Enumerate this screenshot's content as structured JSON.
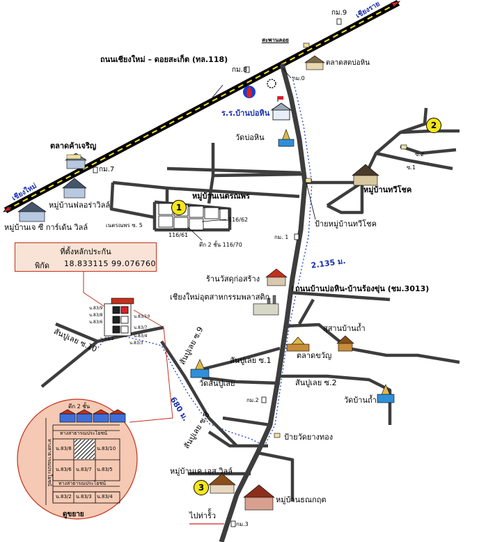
{
  "roads": {
    "highway_name": "ถนนเชียงใหม่ – ดอยสะเก็ต  (ทล.118)",
    "local_road_name": "ถนนบ้านบ่อหิน-บ้านร้องขุ่น (ชม.3013)",
    "to_chiang_rai": "เชียงราย",
    "to_chiang_mai": "เชียงใหม่",
    "km0": "กม.0",
    "km1": "กม. 1",
    "km2": "กม.2",
    "km3": "กม.3",
    "km7": "กม.7",
    "km8": "กม.8",
    "km9": "กม.9",
    "distance_main": "2.135 ม.",
    "distance_side": "680 ม.",
    "soi_10": "สันปูเลย ซ.10",
    "soi_9": "สันปูเลย ซ.9",
    "soi_1": "สันปูเลย ซ.1",
    "soi_2": "สันปูเลย ซ.2",
    "soi_8": "สันปูเลย ซ.8",
    "naret_soi5": "เนตรณพร ซ. 5",
    "twin_soi1": "ซ.1",
    "twin_soi2": "ซ.2"
  },
  "places": {
    "overpass": "สะพานลอย",
    "bohin_market": "ตลาดสดบ่อหิน",
    "bohin_school": "ร.ร.บ้านบ่อหิน",
    "wat_bohin": "วัดบ่อหิน",
    "kha_charoen_market": "ตลาดค้าเจริญ",
    "floral_villa": "หมู่บ้านฟลอร่าวิลล์",
    "jc_garden_villa": "หมู่บ้านเจ ซี การ์เด้น วิลล์",
    "naret_village": "หมู่บ้านเนตรณพร",
    "twin_chok_village": "หมู่บ้านทวีโชค",
    "twin_chok_sign": "ป้ายหมู่บ้านทวีโชค",
    "wat_du_shop": "ร้านวัสดุก่อสร้าง",
    "plastic_factory": "เชียงใหม่อุตสาหกรรมพลาสติก",
    "cemetery": "สุสานบ้านถ้ำ",
    "kha_charoen_market2": "ตลาดขวัญ",
    "wat_sanpuloei": "วัดสันปูเลย",
    "wat_ban_tham": "วัดบ้านถ้ำ",
    "wat_yang_thong_sign": "ป้ายวัดยางทอง",
    "ks_villa": "หมู่บ้านเค.เอส.วิลล์",
    "thanakrit_village": "หมู่บ้านธณกฤต",
    "to_tha_rua": "ไปท่าร้ั้ว",
    "row_house": "ตึก 2 ชั้น 116/70"
  },
  "lots": {
    "lot_116_62": "116/62",
    "lot_116_61": "116/61",
    "detail_top": "ตึก 2 ชั้น",
    "detail_bottom": "ดูขยาย",
    "detail_path_top": "ทางสาธารณประโยชน์",
    "detail_path_bottom": "ทางสาธารณประโยชน์",
    "detail_path_left": "ทางสาธารณประโยชน์",
    "c1": "น.83/8",
    "c2": "น.83/10",
    "c3": "น.83/6",
    "c4": "น.83/7",
    "c5": "น.83/5",
    "c6": "น.83/2",
    "c7": "น.83/3",
    "c8": "น.83/4",
    "s1": "น.83/9",
    "s2": "น.83/8",
    "s3": "น.83/6",
    "s4": "น.83/10",
    "s5": "น.83/7",
    "s6": "น.83/4",
    "s7": "น.83/3",
    "s8": "น.83/2"
  },
  "collateral": {
    "title": "ที่ตั้งหลักประกัน",
    "coord_label": "พิกัด",
    "coord_value": "18.833115  99.076760"
  },
  "markers": [
    "1",
    "2",
    "3"
  ],
  "colors": {
    "highway": "#000000",
    "highway_dash": "#f7e12a",
    "route": "#1d3fc7",
    "marker_fill": "#f5e61b",
    "callout": "#c2311d",
    "detail_bg": "#f5c9b3",
    "arrow": "#d8202a"
  },
  "icons": [
    "red-arrow-icon",
    "gas-station-icon",
    "school-icon",
    "temple-icon",
    "house-icon",
    "km-post-icon",
    "sign-icon",
    "factory-icon"
  ]
}
